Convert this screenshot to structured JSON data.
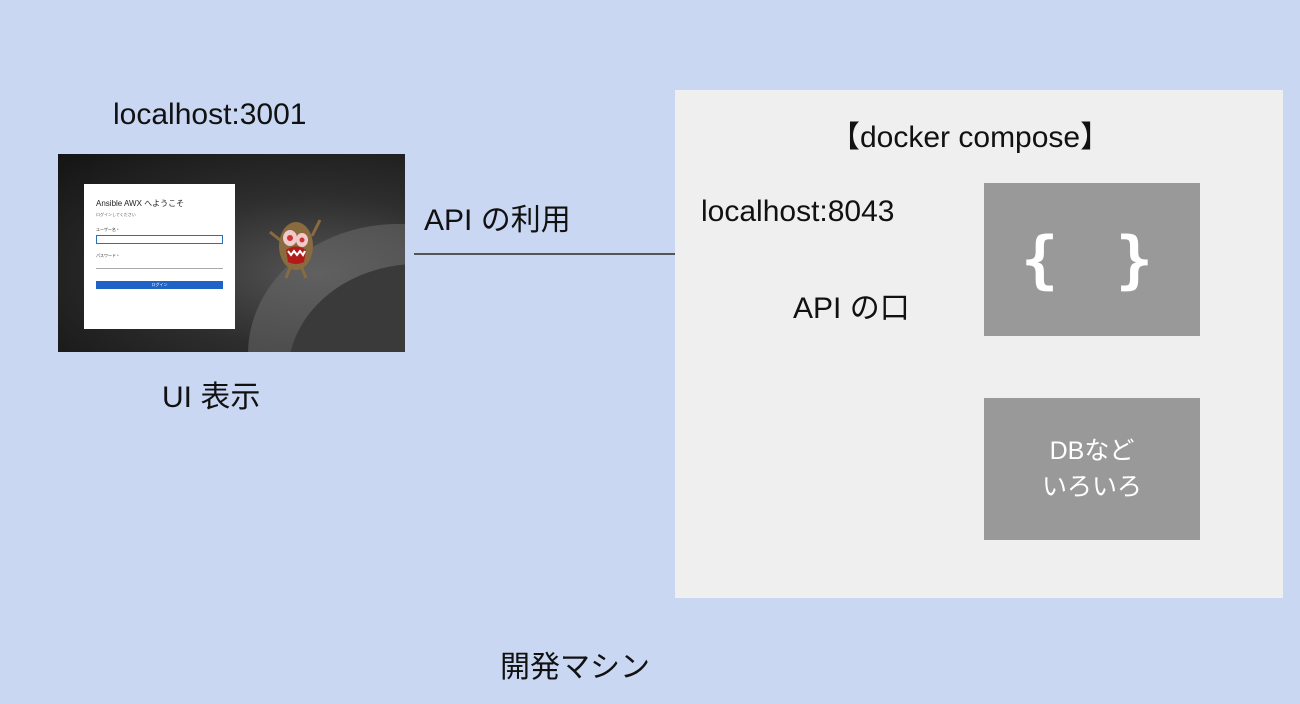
{
  "left": {
    "host": "localhost:3001",
    "caption": "UI 表示",
    "login": {
      "title": "Ansible AWX へようこそ",
      "subtitle": "ログインしてください",
      "username_label": "ユーザー名 *",
      "password_label": "パスワード *",
      "login_button": "ログイン"
    }
  },
  "connection": {
    "label": "API の利用"
  },
  "compose": {
    "title": "【docker compose】",
    "api_host": "localhost:8043",
    "api_port_label": "API の口",
    "api_box_text": "{ }",
    "db_box_lines": [
      "DBなど",
      "いろいろ"
    ]
  },
  "machine_label": "開発マシン",
  "colors": {
    "background": "#c9d7f3",
    "panel": "#efefef",
    "box": "#999999",
    "login_button": "#1f63c6"
  }
}
